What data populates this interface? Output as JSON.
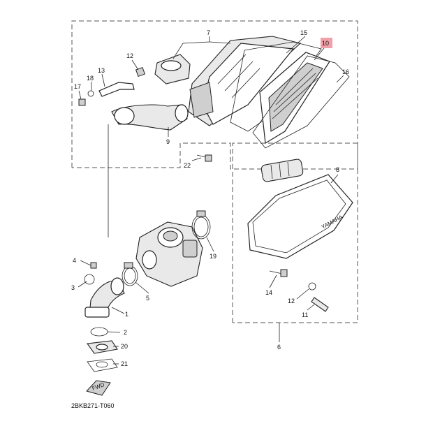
{
  "callouts": {
    "p1": "1",
    "p2": "2",
    "p3": "3",
    "p4": "4",
    "p5": "5",
    "p6": "6",
    "p7": "7",
    "p8": "8",
    "p9": "9",
    "p10": "10",
    "p11": "11",
    "p12a": "12",
    "p12b": "12",
    "p13": "13",
    "p14": "14",
    "p15": "15",
    "p16": "16",
    "p17": "17",
    "p18": "18",
    "p19": "19",
    "p20": "20",
    "p21": "21",
    "p22": "22"
  },
  "highlight_color": "#f2a0a8",
  "diagram_code": "2BKB271-T060",
  "case_logo": "YAMAHA",
  "fwd_label": "FWD"
}
